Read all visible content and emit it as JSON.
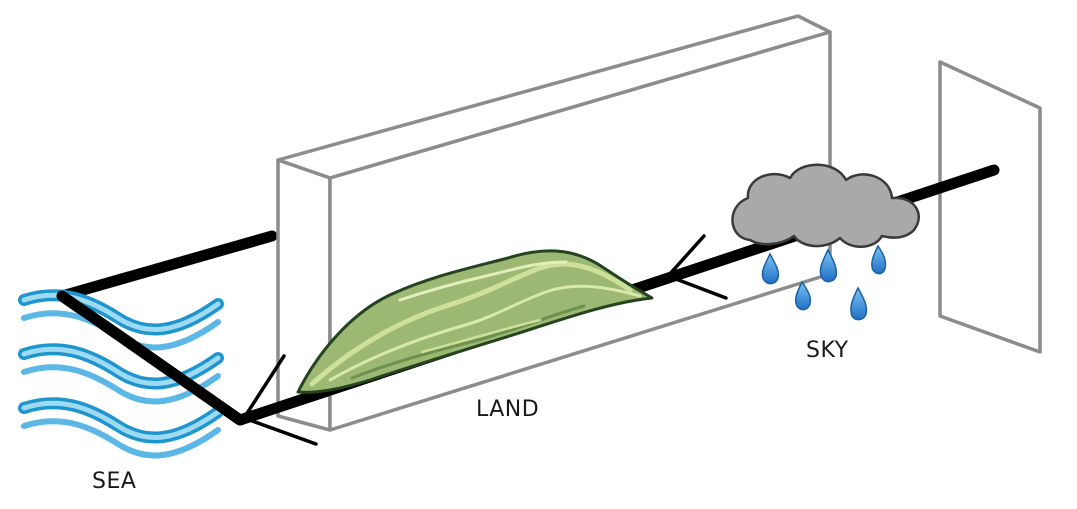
{
  "labels": {
    "sky": "SKY",
    "land": "LAND",
    "sea": "SEA"
  },
  "colors": {
    "panel_stroke": "#8c8c8c",
    "path_stroke": "#000000",
    "cloud_fill": "#a9a9a9",
    "raindrop": "#2f7fd0",
    "land_fill": "#9db872",
    "land_light": "#cfe09a",
    "land_outline": "#24431f",
    "sea_dark": "#1f95cf",
    "sea_light": "#9fdaf3"
  },
  "icons": {
    "cloud": "rain-cloud-icon",
    "land": "land-mass-icon",
    "sea": "sea-waves-icon"
  }
}
